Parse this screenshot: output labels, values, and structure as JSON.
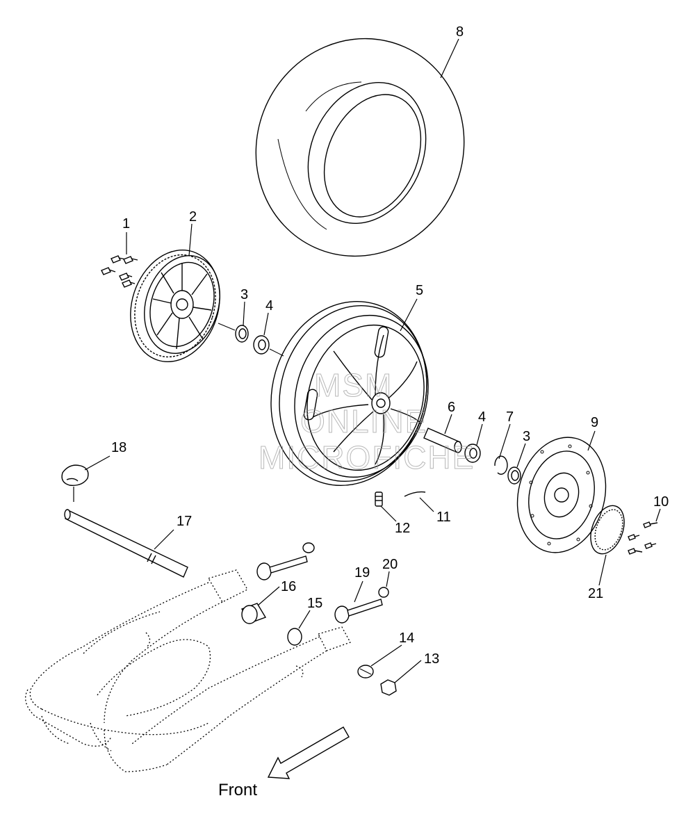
{
  "diagram": {
    "front_label": "Front",
    "watermark": [
      "MSM",
      "ONLINE",
      "MICROFICHE"
    ],
    "callouts": [
      "1",
      "2",
      "3",
      "4",
      "5",
      "6",
      "7",
      "8",
      "9",
      "10",
      "11",
      "12",
      "13",
      "14",
      "15",
      "16",
      "17",
      "18",
      "19",
      "20",
      "21"
    ]
  }
}
